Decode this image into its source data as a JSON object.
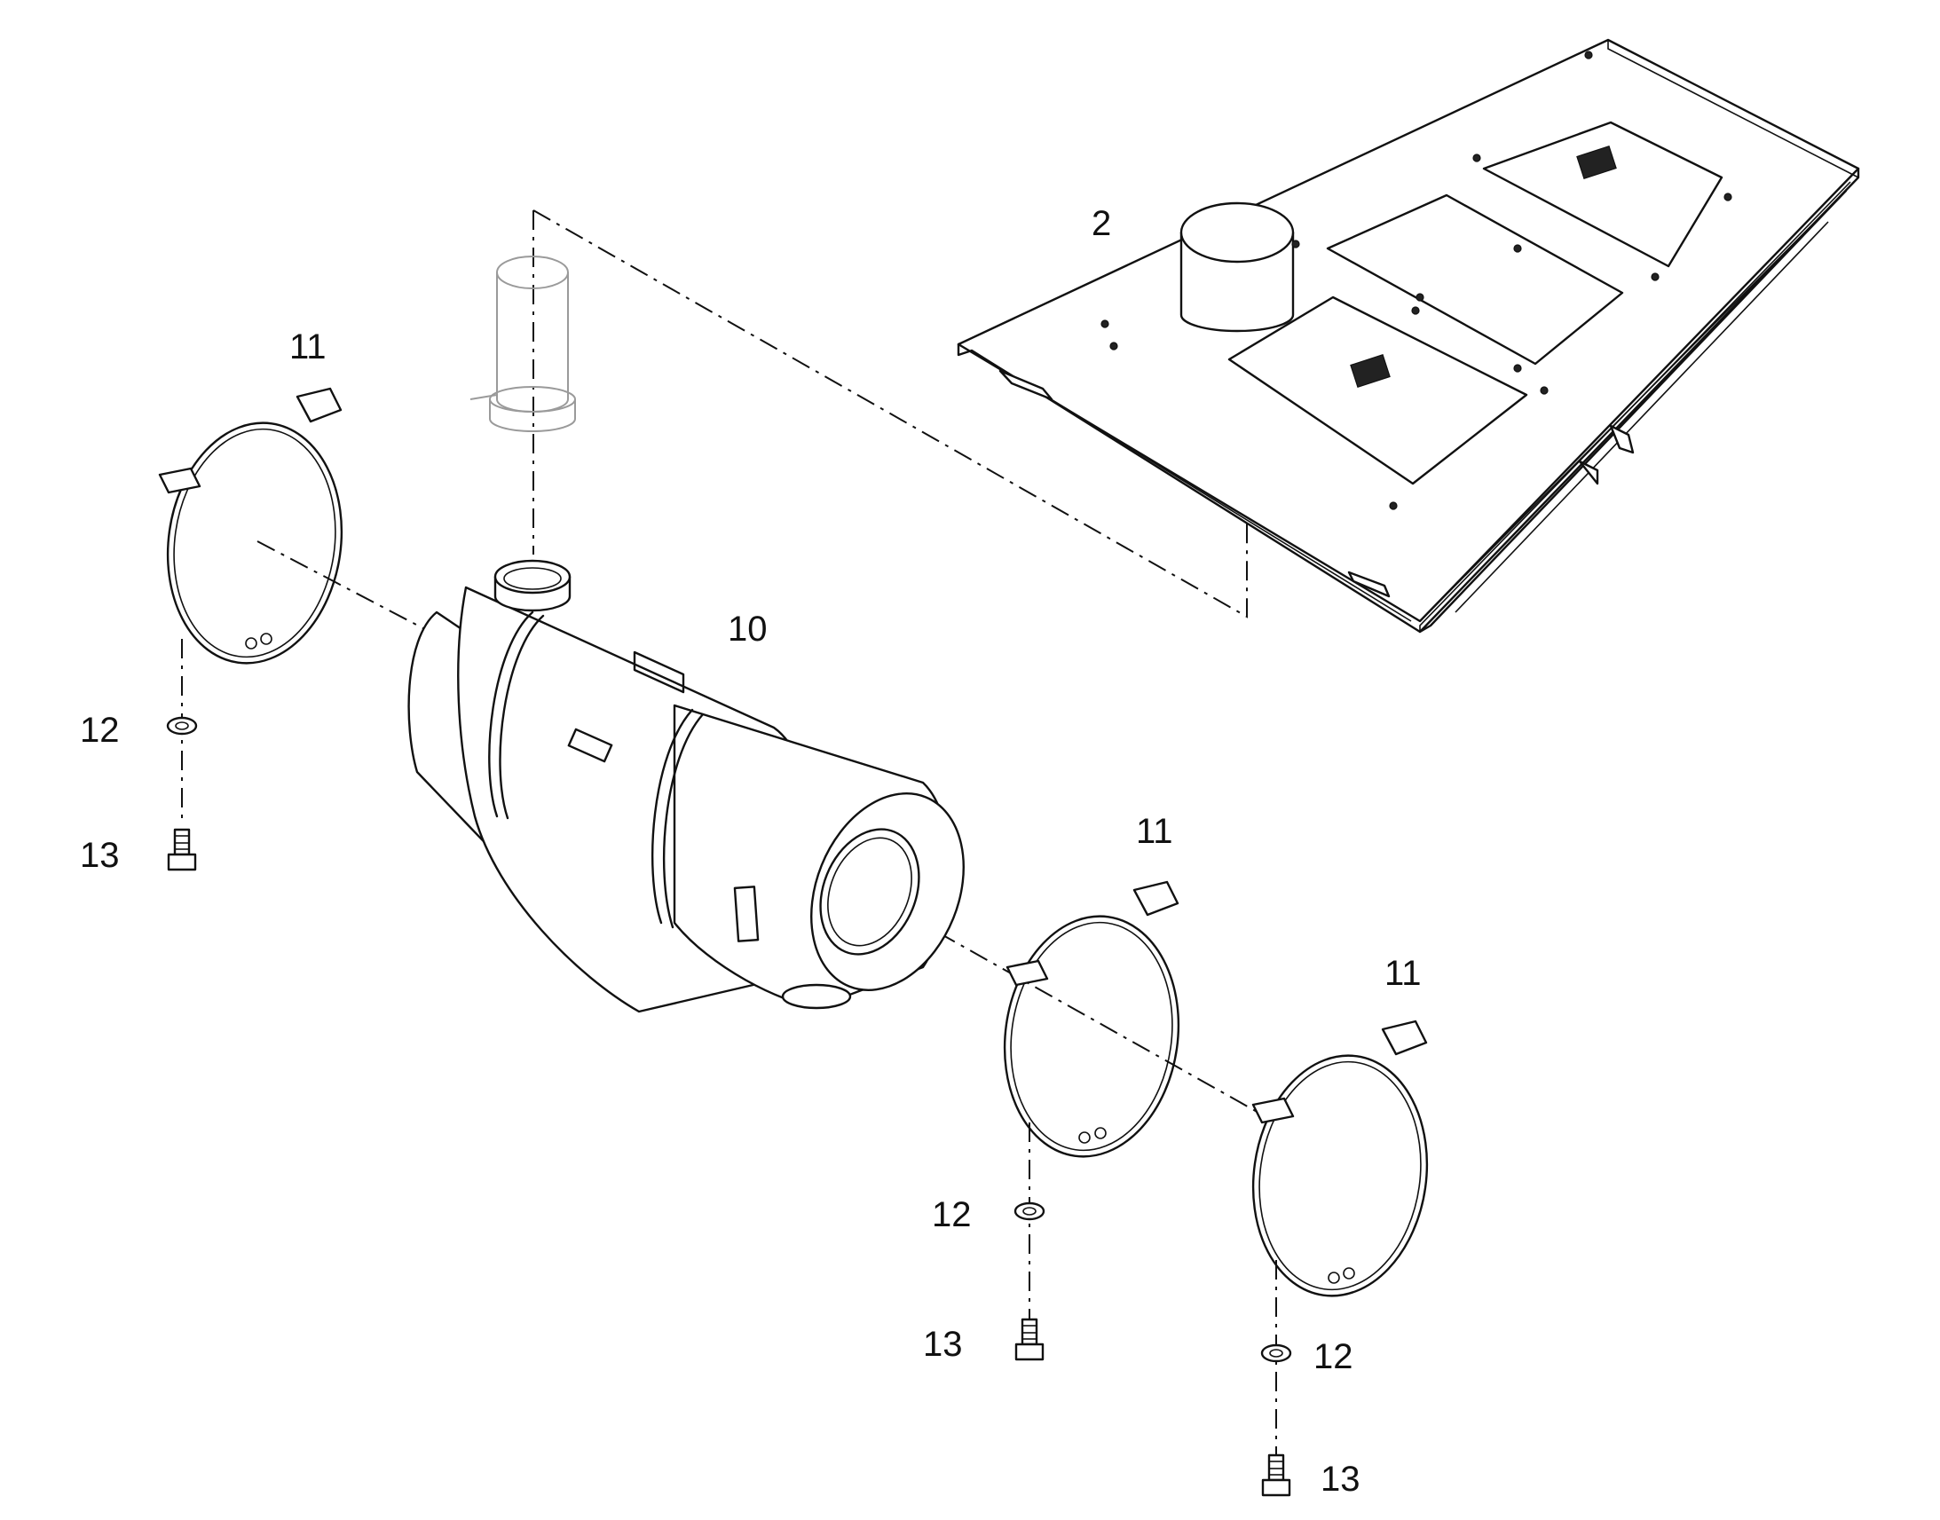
{
  "diagram": {
    "callouts": {
      "panel": "2",
      "air_cleaner": "10",
      "clamp_left": "11",
      "clamp_middle": "11",
      "clamp_right": "11",
      "washer_left": "12",
      "washer_middle": "12",
      "washer_right": "12",
      "bolt_left": "13",
      "bolt_middle": "13",
      "bolt_right": "13"
    },
    "colors": {
      "line": "#111111",
      "ghost": "#9a9a9a",
      "background": "#ffffff"
    }
  }
}
